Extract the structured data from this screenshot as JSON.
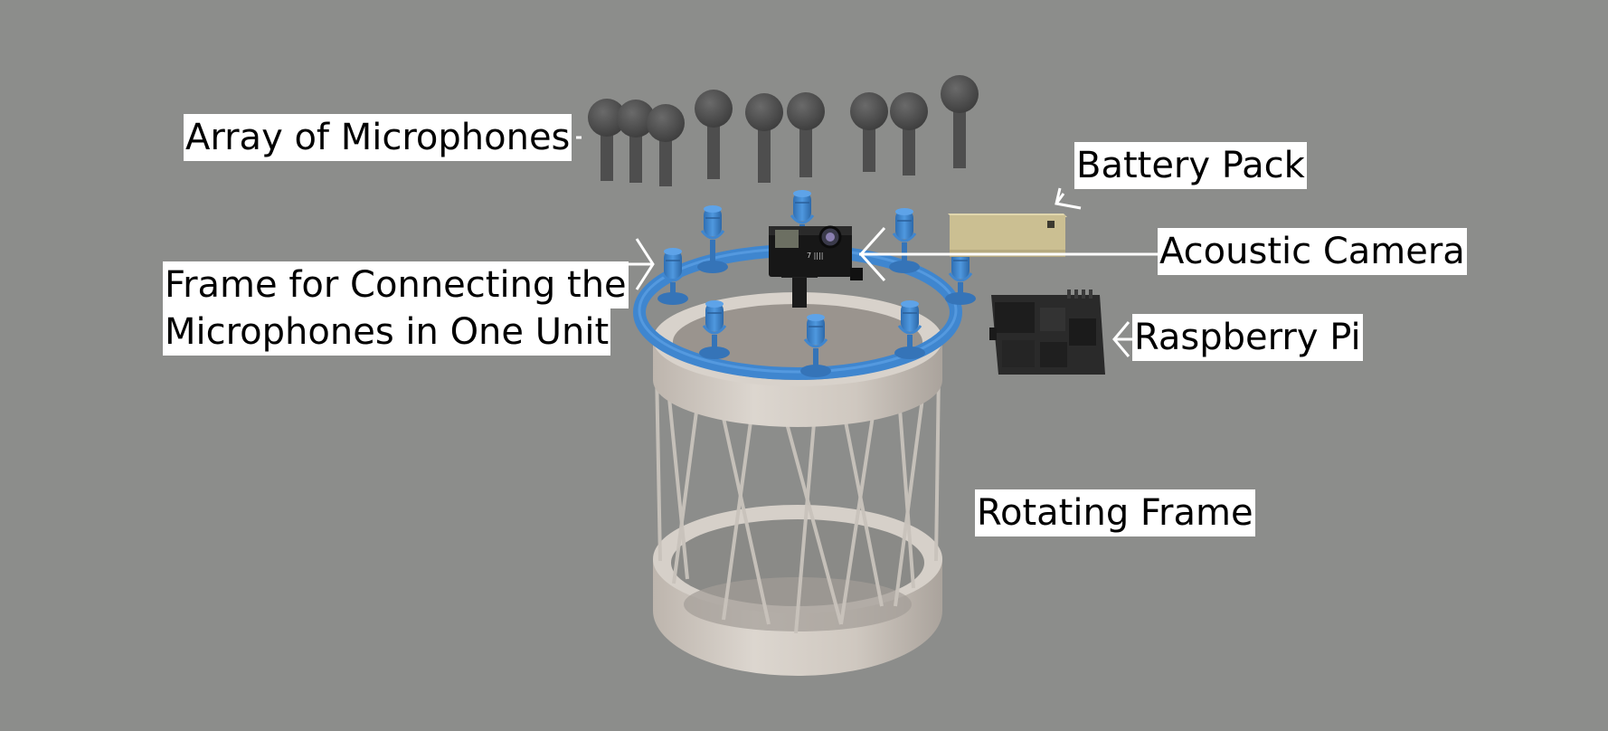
{
  "labels": {
    "microphones": "Array of Microphones",
    "battery": "Battery Pack",
    "camera": "Acoustic Camera",
    "frame_line1": "Frame for Connecting the",
    "frame_line2": "Microphones in One Unit",
    "raspberry": "Raspberry Pi",
    "rotating": "Rotating Frame"
  },
  "colors": {
    "background": "#8c8d8b",
    "mic_blue": "#3f86cf",
    "ring_blue": "#3f86cf",
    "dark_mic": "#4a4a4a",
    "drum_beige": "#cfc8c0",
    "battery_tan": "#cbbf92",
    "pi_black": "#2a2a2a"
  }
}
